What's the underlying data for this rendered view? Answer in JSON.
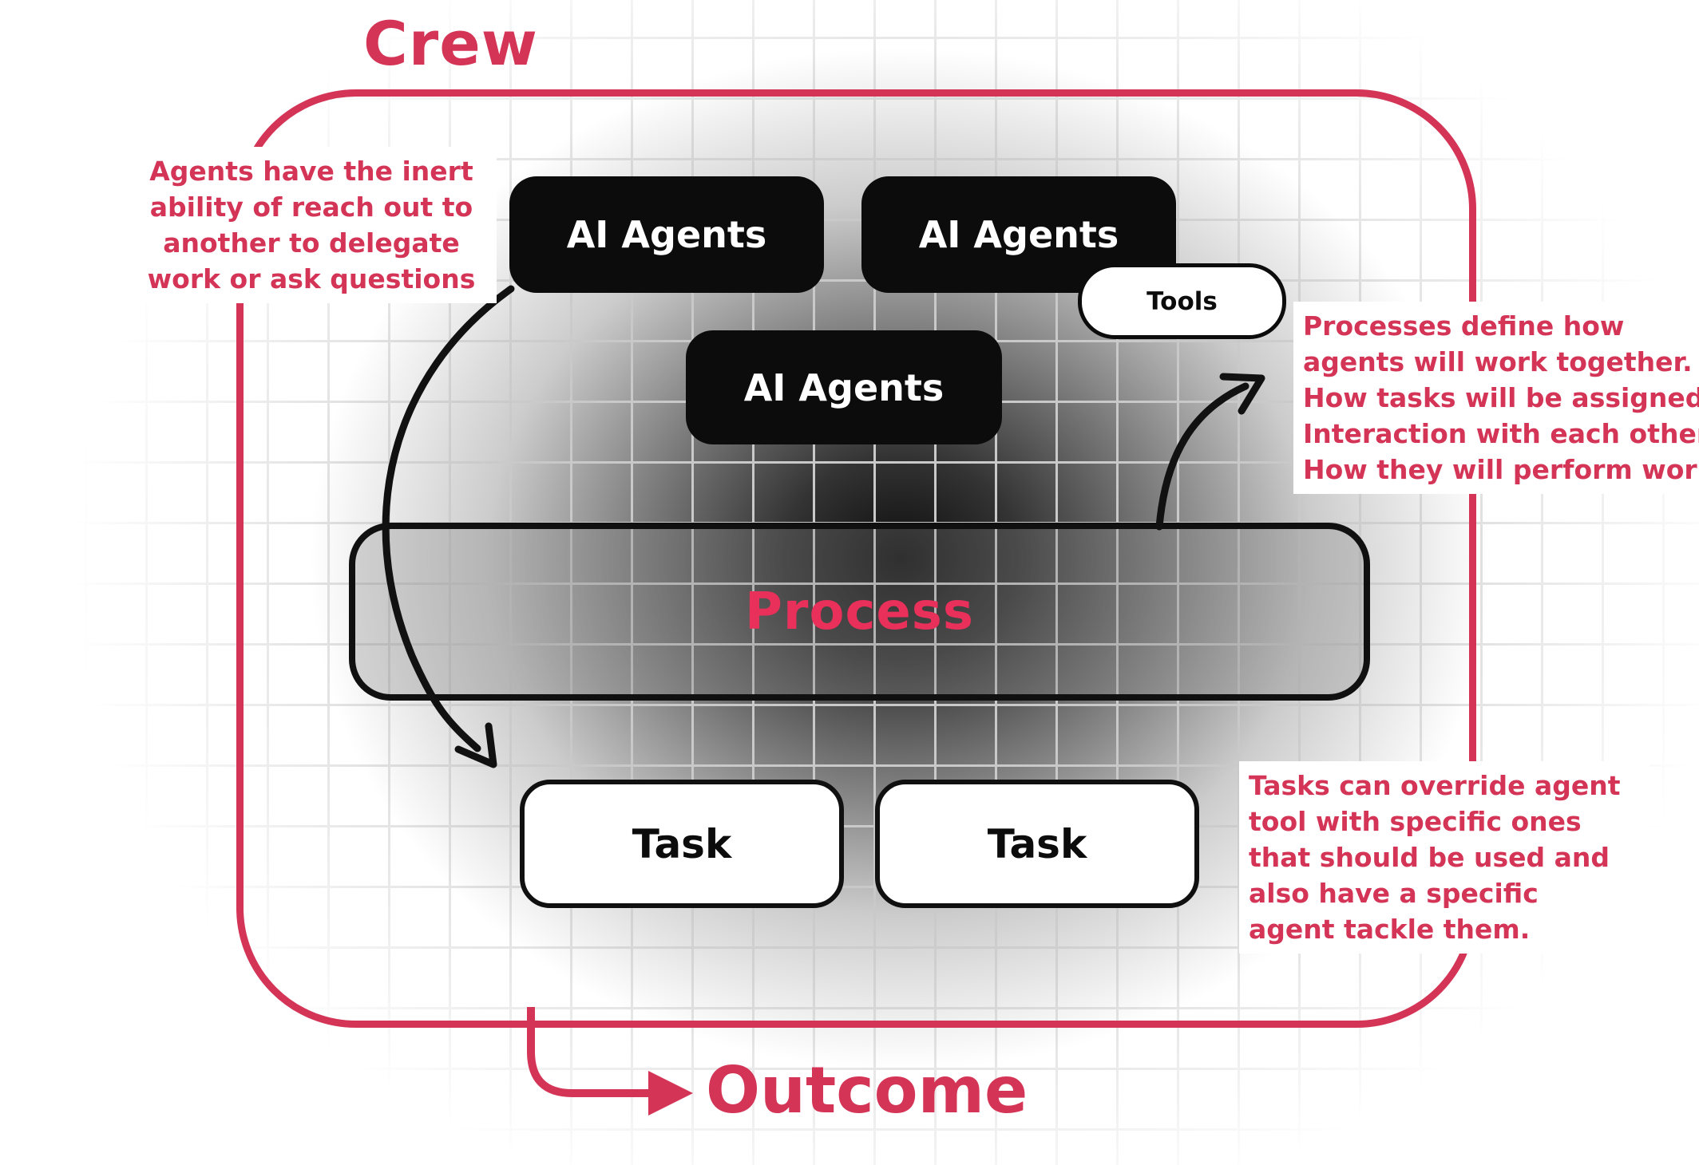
{
  "crew": {
    "label": "Crew"
  },
  "agents": [
    {
      "label": "AI Agents"
    },
    {
      "label": "AI Agents"
    },
    {
      "label": "AI Agents"
    }
  ],
  "tools": {
    "label": "Tools"
  },
  "process": {
    "label": "Process"
  },
  "tasks": [
    {
      "label": "Task"
    },
    {
      "label": "Task"
    }
  ],
  "outcome": {
    "label": "Outcome"
  },
  "notes": {
    "agents_delegation": "Agents have the inert\nability of reach out to\nanother to delegate\nwork or ask questions",
    "process_definition": "Processes define how\nagents will work together.\nHow tasks will be assigned.\nInteraction with each other.\nHow they will perform work.",
    "task_override": "Tasks can override agent\ntool with specific ones\nthat should be used and\nalso have a specific\nagent tackle them."
  },
  "colors": {
    "accent": "#d43557",
    "process_text": "#e8305a",
    "box_black": "#0c0c0c",
    "grid_line": "#c9c9c9"
  }
}
